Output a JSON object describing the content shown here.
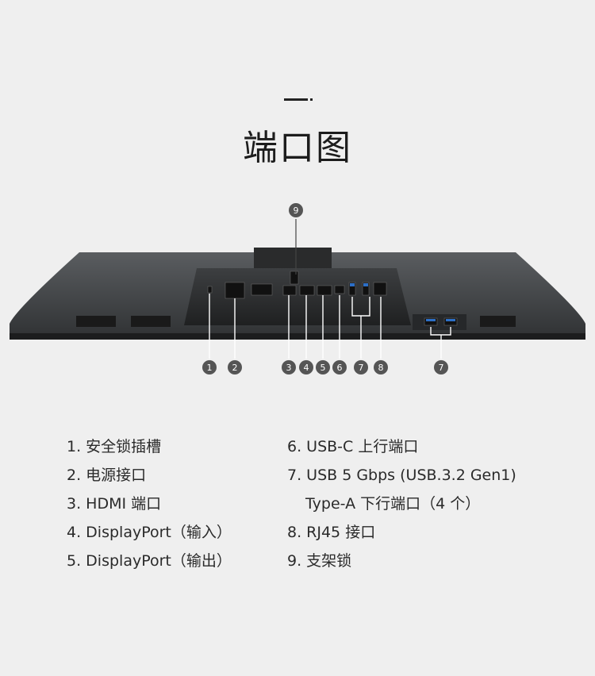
{
  "title": "端口图",
  "callout_numbers": [
    "1",
    "2",
    "3",
    "4",
    "5",
    "6",
    "7",
    "8",
    "7",
    "9"
  ],
  "items_left": [
    "1. 安全锁插槽",
    "2. 电源接口",
    "3. HDMI 端口",
    "4. DisplayPort（输入）",
    "5. DisplayPort（输出）"
  ],
  "items_right": [
    "6. USB-C 上行端口",
    "7. USB 5 Gbps (USB.3.2 Gen1)",
    "Type-A 下行端口（4 个）",
    "8. RJ45 接口",
    "9. 支架锁"
  ]
}
